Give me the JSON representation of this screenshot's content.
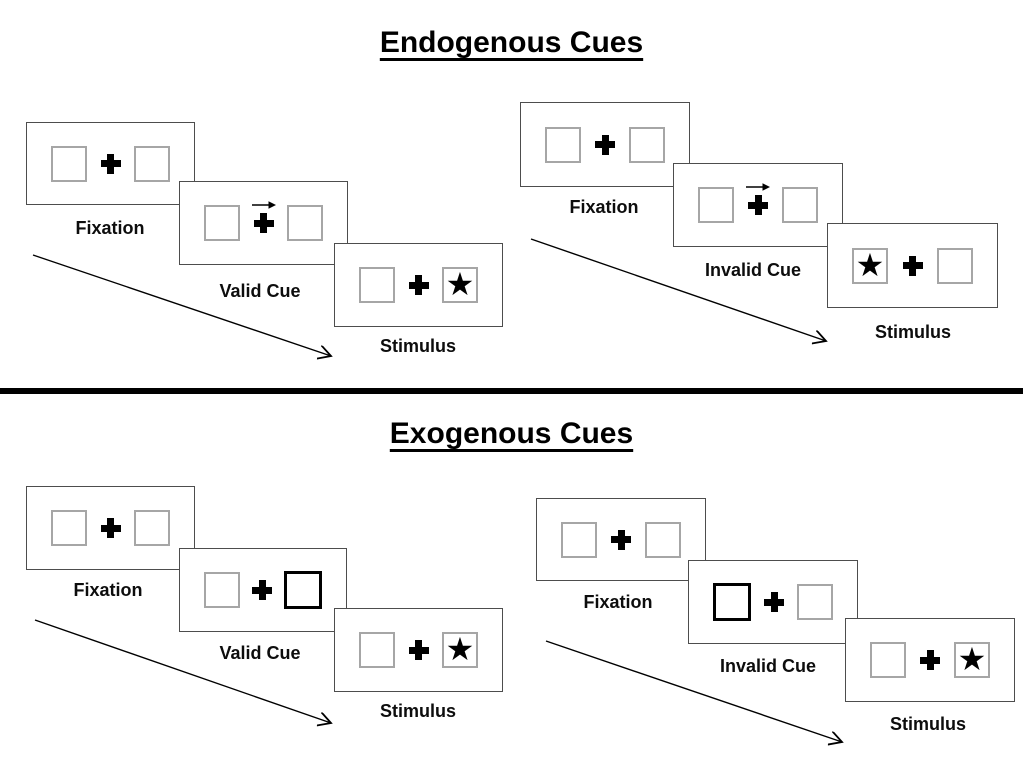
{
  "sections": [
    {
      "title": "Endogenous Cues",
      "groups": [
        {
          "condition": "valid",
          "cue": "central-arrow-right",
          "stimulus_side": "right",
          "panels": [
            {
              "label": "Fixation"
            },
            {
              "label": "Valid Cue"
            },
            {
              "label": "Stimulus"
            }
          ]
        },
        {
          "condition": "invalid",
          "cue": "central-arrow-right",
          "stimulus_side": "left",
          "panels": [
            {
              "label": "Fixation"
            },
            {
              "label": "Invalid Cue"
            },
            {
              "label": "Stimulus"
            }
          ]
        }
      ]
    },
    {
      "title": "Exogenous Cues",
      "groups": [
        {
          "condition": "valid",
          "cue": "peripheral-highlight-right",
          "stimulus_side": "right",
          "panels": [
            {
              "label": "Fixation"
            },
            {
              "label": "Valid Cue"
            },
            {
              "label": "Stimulus"
            }
          ]
        },
        {
          "condition": "invalid",
          "cue": "peripheral-highlight-left",
          "stimulus_side": "right",
          "panels": [
            {
              "label": "Fixation"
            },
            {
              "label": "Invalid Cue"
            },
            {
              "label": "Stimulus"
            }
          ]
        }
      ]
    }
  ],
  "icons": {
    "star": "★"
  },
  "colors": {
    "background": "#ffffff",
    "ink": "#000000",
    "panel_border": "#4d4d4d",
    "box_border": "#a6a6a6"
  }
}
